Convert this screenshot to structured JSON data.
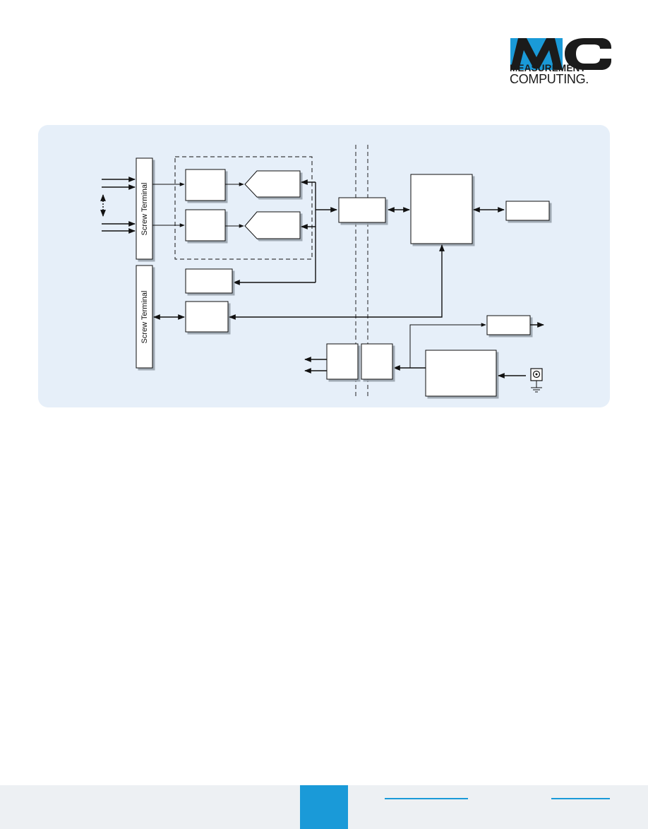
{
  "brand": {
    "line1": "MEASUREMENT",
    "line2": "COMPUTING.",
    "mark_color": "#1a9ad8",
    "mark_dark": "#1b1b1b"
  },
  "diagram": {
    "screw_terminal_top": "Screw Terminal",
    "screw_terminal_bottom": "Screw Terminal",
    "panel_color": "#e6eff9"
  },
  "footer": {
    "bar_color": "#edf0f3",
    "accent_color": "#1a9ad8"
  }
}
